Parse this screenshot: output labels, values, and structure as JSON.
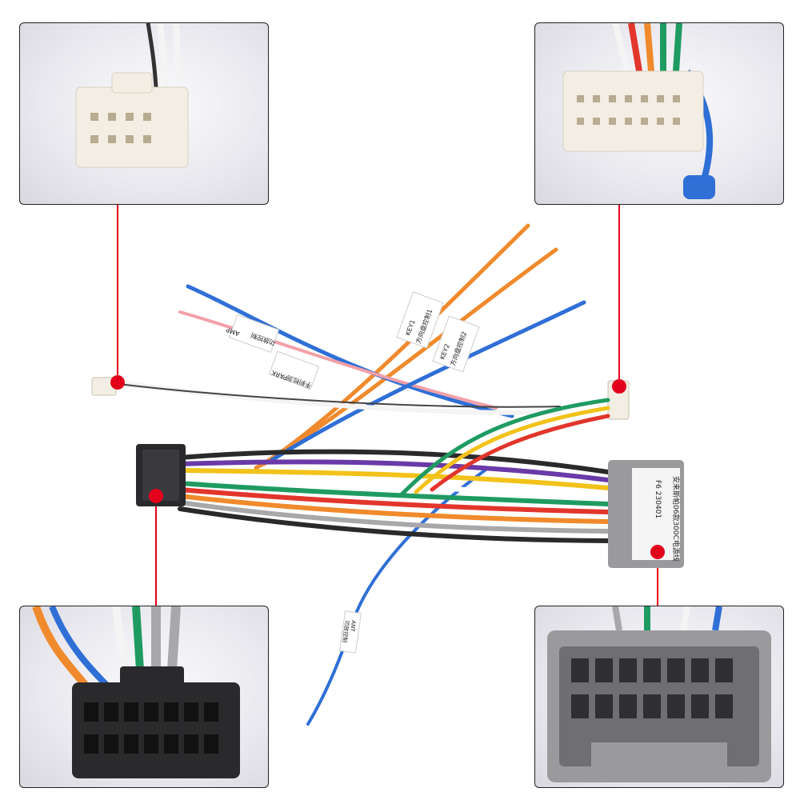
{
  "image": {
    "kind": "product-photo",
    "subject": "wiring harness with connectors",
    "background": "#ffffff"
  },
  "tags": {
    "amp_a": "AMP",
    "amp_a_cn": "功放控制",
    "park": "PARK",
    "park_cn": "手刹检测",
    "key1": "KEY1",
    "key1_cn": "方向盘控制1",
    "key2": "KEY2",
    "key2_cn": "方向盘控制2",
    "amp_b": "ANT",
    "amp_b_cn": "功放控制",
    "harness": "安来斯帕06款300C电源线",
    "code": "F6 230401"
  },
  "colors": {
    "callout": "#e3001b",
    "connector_white": "#f3eee4",
    "connector_black": "#2a2a2c",
    "connector_gray": "#9a9a9c",
    "wire_blue": "#2f6fd6",
    "wire_orange": "#f08a2c",
    "wire_green": "#1f9b62",
    "wire_yellow": "#f2c21a",
    "wire_red": "#e2352c",
    "wire_purple": "#6a3aa8",
    "wire_pink": "#f2a0a8",
    "wire_gray": "#a8a8aa"
  },
  "icons": [
    "callout-dot",
    "callout-dot",
    "callout-dot",
    "callout-dot"
  ]
}
